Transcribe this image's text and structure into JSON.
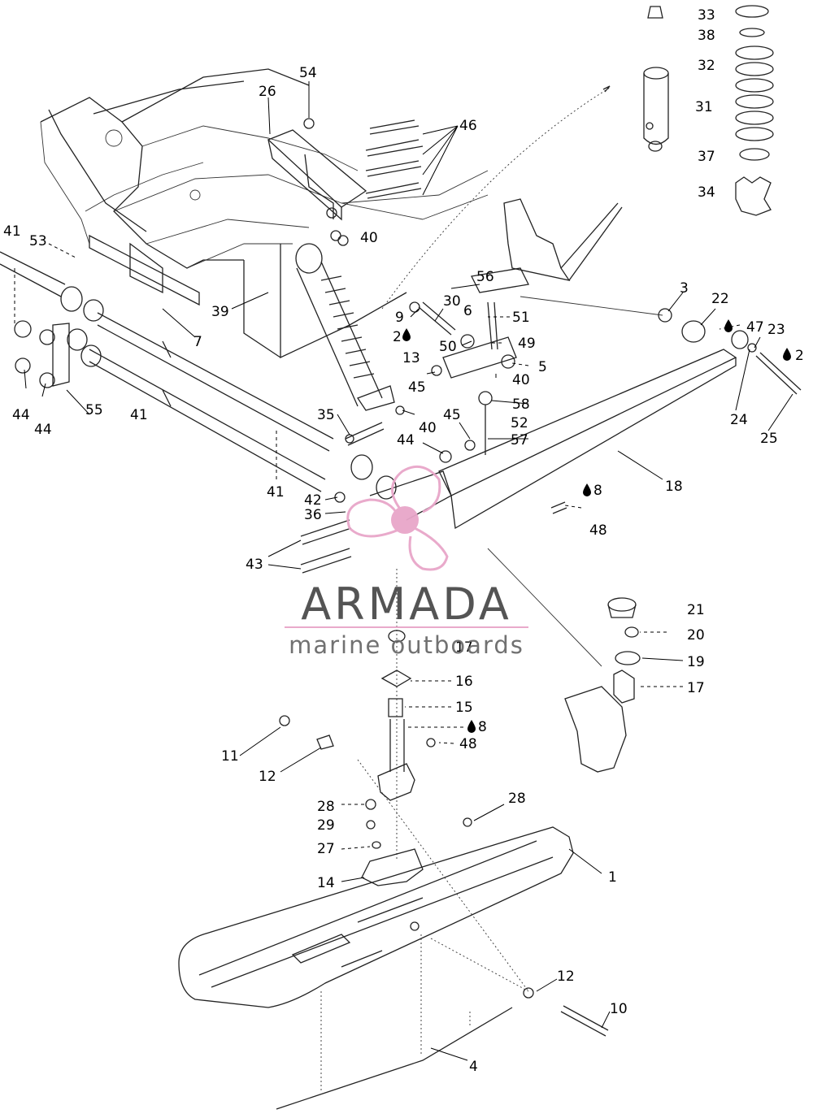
{
  "watermark": {
    "title": "ARMADA",
    "subtitle": "marine outboards",
    "accent_color": "#e8a6c9",
    "text_color": "#4b4b4b"
  },
  "callouts": [
    {
      "id": "c33",
      "text": "33"
    },
    {
      "id": "c38",
      "text": "38"
    },
    {
      "id": "c32",
      "text": "32"
    },
    {
      "id": "c31",
      "text": "31"
    },
    {
      "id": "c37",
      "text": "37"
    },
    {
      "id": "c34",
      "text": "34"
    },
    {
      "id": "c54",
      "text": "54"
    },
    {
      "id": "c26",
      "text": "26"
    },
    {
      "id": "c46",
      "text": "46"
    },
    {
      "id": "c40a",
      "text": "40"
    },
    {
      "id": "c41a",
      "text": "41"
    },
    {
      "id": "c53",
      "text": "53"
    },
    {
      "id": "c39",
      "text": "39"
    },
    {
      "id": "c7",
      "text": "7"
    },
    {
      "id": "c56",
      "text": "56"
    },
    {
      "id": "c3",
      "text": "3"
    },
    {
      "id": "c22",
      "text": "22"
    },
    {
      "id": "c9",
      "text": "9"
    },
    {
      "id": "c30",
      "text": "30"
    },
    {
      "id": "c6",
      "text": "6"
    },
    {
      "id": "c51",
      "text": "51"
    },
    {
      "id": "c2a",
      "text": "2"
    },
    {
      "id": "c50",
      "text": "50"
    },
    {
      "id": "c49",
      "text": "49"
    },
    {
      "id": "c47",
      "text": "47"
    },
    {
      "id": "c23",
      "text": "23"
    },
    {
      "id": "c2b",
      "text": "2"
    },
    {
      "id": "c13",
      "text": "13"
    },
    {
      "id": "c5",
      "text": "5"
    },
    {
      "id": "c45a",
      "text": "45"
    },
    {
      "id": "c40b",
      "text": "40"
    },
    {
      "id": "c58",
      "text": "58"
    },
    {
      "id": "c24",
      "text": "24"
    },
    {
      "id": "c44a",
      "text": "44"
    },
    {
      "id": "c44b",
      "text": "44"
    },
    {
      "id": "c55",
      "text": "55"
    },
    {
      "id": "c41b",
      "text": "41"
    },
    {
      "id": "c35",
      "text": "35"
    },
    {
      "id": "c40c",
      "text": "40"
    },
    {
      "id": "c45b",
      "text": "45"
    },
    {
      "id": "c52",
      "text": "52"
    },
    {
      "id": "c25",
      "text": "25"
    },
    {
      "id": "c57",
      "text": "57"
    },
    {
      "id": "c44c",
      "text": "44"
    },
    {
      "id": "c18",
      "text": "18"
    },
    {
      "id": "c8a",
      "text": "8"
    },
    {
      "id": "c41c",
      "text": "41"
    },
    {
      "id": "c42",
      "text": "42"
    },
    {
      "id": "c36",
      "text": "36"
    },
    {
      "id": "c48a",
      "text": "48"
    },
    {
      "id": "c43",
      "text": "43"
    },
    {
      "id": "c21",
      "text": "21"
    },
    {
      "id": "c20",
      "text": "20"
    },
    {
      "id": "c17a",
      "text": "17"
    },
    {
      "id": "c19",
      "text": "19"
    },
    {
      "id": "c16",
      "text": "16"
    },
    {
      "id": "c17b",
      "text": "17"
    },
    {
      "id": "c15",
      "text": "15"
    },
    {
      "id": "c8b",
      "text": "8"
    },
    {
      "id": "c11",
      "text": "11"
    },
    {
      "id": "c48b",
      "text": "48"
    },
    {
      "id": "c12a",
      "text": "12"
    },
    {
      "id": "c28a",
      "text": "28"
    },
    {
      "id": "c28b",
      "text": "28"
    },
    {
      "id": "c29",
      "text": "29"
    },
    {
      "id": "c27",
      "text": "27"
    },
    {
      "id": "c1",
      "text": "1"
    },
    {
      "id": "c14",
      "text": "14"
    },
    {
      "id": "c12b",
      "text": "12"
    },
    {
      "id": "c10",
      "text": "10"
    },
    {
      "id": "c4",
      "text": "4"
    }
  ],
  "icons": [
    "oil-drop-icon"
  ]
}
